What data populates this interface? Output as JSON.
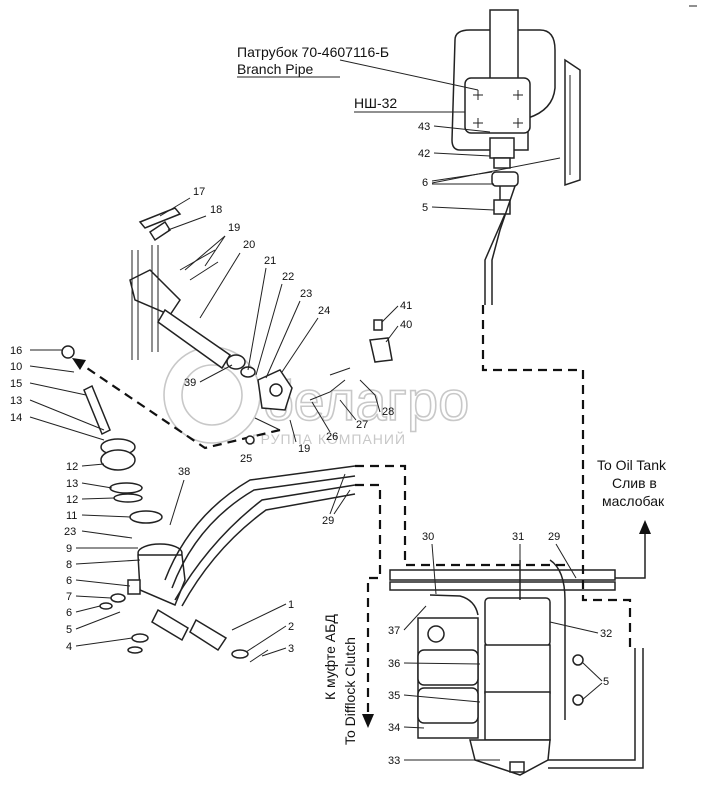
{
  "captions": {
    "branch_pipe_ru": "Патрубок 70-4607116-Б",
    "branch_pipe_en": "Branch Pipe",
    "pump": "НШ-32",
    "oil_tank_en": "To Oil Tank",
    "oil_tank_ru_1": "Слив в",
    "oil_tank_ru_2": "маслобак",
    "clutch_ru": "К муфте АБД",
    "clutch_en": "To Difflock Clutch"
  },
  "watermark": {
    "brand": "белагро",
    "sub": "ГРУППА КОМПАНИЙ"
  },
  "callouts": {
    "c1": "1",
    "c2": "2",
    "c3": "3",
    "c4": "4",
    "c5a": "5",
    "c5b": "5",
    "c5c": "5",
    "c6a": "6",
    "c6b": "6",
    "c6c": "6",
    "c7": "7",
    "c8": "8",
    "c9": "9",
    "c10": "10",
    "c11": "11",
    "c12a": "12",
    "c12b": "12",
    "c13a": "13",
    "c13b": "13",
    "c14": "14",
    "c15": "15",
    "c16": "16",
    "c17": "17",
    "c18": "18",
    "c19a": "19",
    "c19b": "19",
    "c20": "20",
    "c21": "21",
    "c22": "22",
    "c23a": "23",
    "c23b": "23",
    "c24": "24",
    "c25": "25",
    "c26": "26",
    "c27": "27",
    "c28": "28",
    "c29a": "29",
    "c29b": "29",
    "c30": "30",
    "c31": "31",
    "c32": "32",
    "c33": "33",
    "c34": "34",
    "c35": "35",
    "c36": "36",
    "c37": "37",
    "c38": "38",
    "c39": "39",
    "c40": "40",
    "c41": "41",
    "c42": "42",
    "c43": "43"
  }
}
